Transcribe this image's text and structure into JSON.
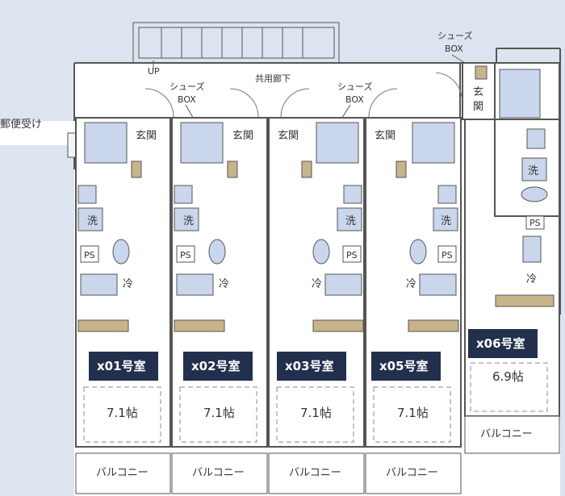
{
  "common": {
    "corridor": "共用廊下",
    "mailbox": "郵便受け",
    "up": "UP"
  },
  "fixtures": {
    "shoes_box_line1": "シューズ",
    "shoes_box_line2": "BOX",
    "entrance": "玄関",
    "washer": "洗",
    "ps": "PS",
    "fridge": "冷",
    "balcony": "バルコニー"
  },
  "units": [
    {
      "title": "x01号室",
      "size": "7.1帖"
    },
    {
      "title": "x02号室",
      "size": "7.1帖"
    },
    {
      "title": "x03号室",
      "size": "7.1帖"
    },
    {
      "title": "x05号室",
      "size": "7.1帖"
    },
    {
      "title": "x06号室",
      "size": "6.9帖"
    }
  ],
  "colors": {
    "wall": "#555555",
    "fixture_fill": "#c9d6ec",
    "title_bg": "#22304e",
    "shoes_box": "#c8b48a",
    "panel_bg": "#dce5ef"
  }
}
